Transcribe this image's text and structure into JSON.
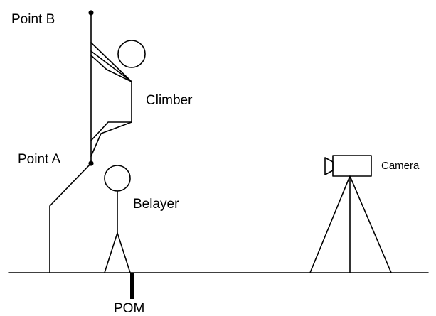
{
  "labels": {
    "point_b": "Point B",
    "point_a": "Point A",
    "climber": "Climber",
    "belayer": "Belayer",
    "camera": "Camera",
    "pom": "POM"
  },
  "colors": {
    "line": "#000000",
    "background": "#ffffff"
  }
}
